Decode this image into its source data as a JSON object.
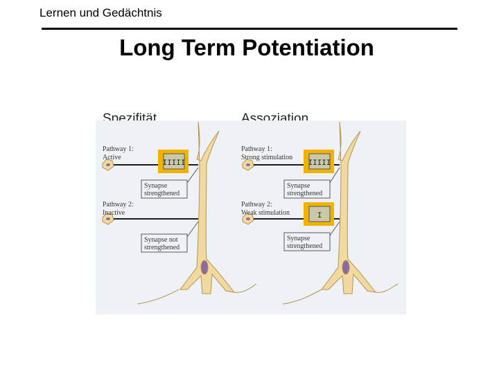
{
  "header": {
    "section": "Lernen und Gedächtnis"
  },
  "slide": {
    "title": "Long Term Potentiation"
  },
  "figure": {
    "panels": [
      {
        "label": "Spezifität",
        "pathways": [
          {
            "name_line1": "Pathway 1:",
            "name_line2": "Active",
            "meter": "IIIII",
            "callout_line1": "Synapse",
            "callout_line2": "strengthened"
          },
          {
            "name_line1": "Pathway 2:",
            "name_line2": "Inactive",
            "meter": "",
            "callout_line1": "Synapse not",
            "callout_line2": "strengthened"
          }
        ]
      },
      {
        "label": "Assoziation",
        "pathways": [
          {
            "name_line1": "Pathway 1:",
            "name_line2": "Strong stimulation",
            "meter": "IIIII",
            "callout_line1": "Synapse",
            "callout_line2": "strengthened"
          },
          {
            "name_line1": "Pathway 2:",
            "name_line2": "Weak stimulation",
            "meter": "I",
            "callout_line1": "Synapse",
            "callout_line2": "strengthened"
          }
        ]
      }
    ],
    "colors": {
      "background": "#eef2f7",
      "neuron": "#f1d9a2",
      "neuron_outline": "#b8924a",
      "nucleus": "#8e6aa0",
      "meter_highlight": "#f0b400",
      "meter_window": "#c9c8a8",
      "axon": "#1a1a1a"
    }
  }
}
